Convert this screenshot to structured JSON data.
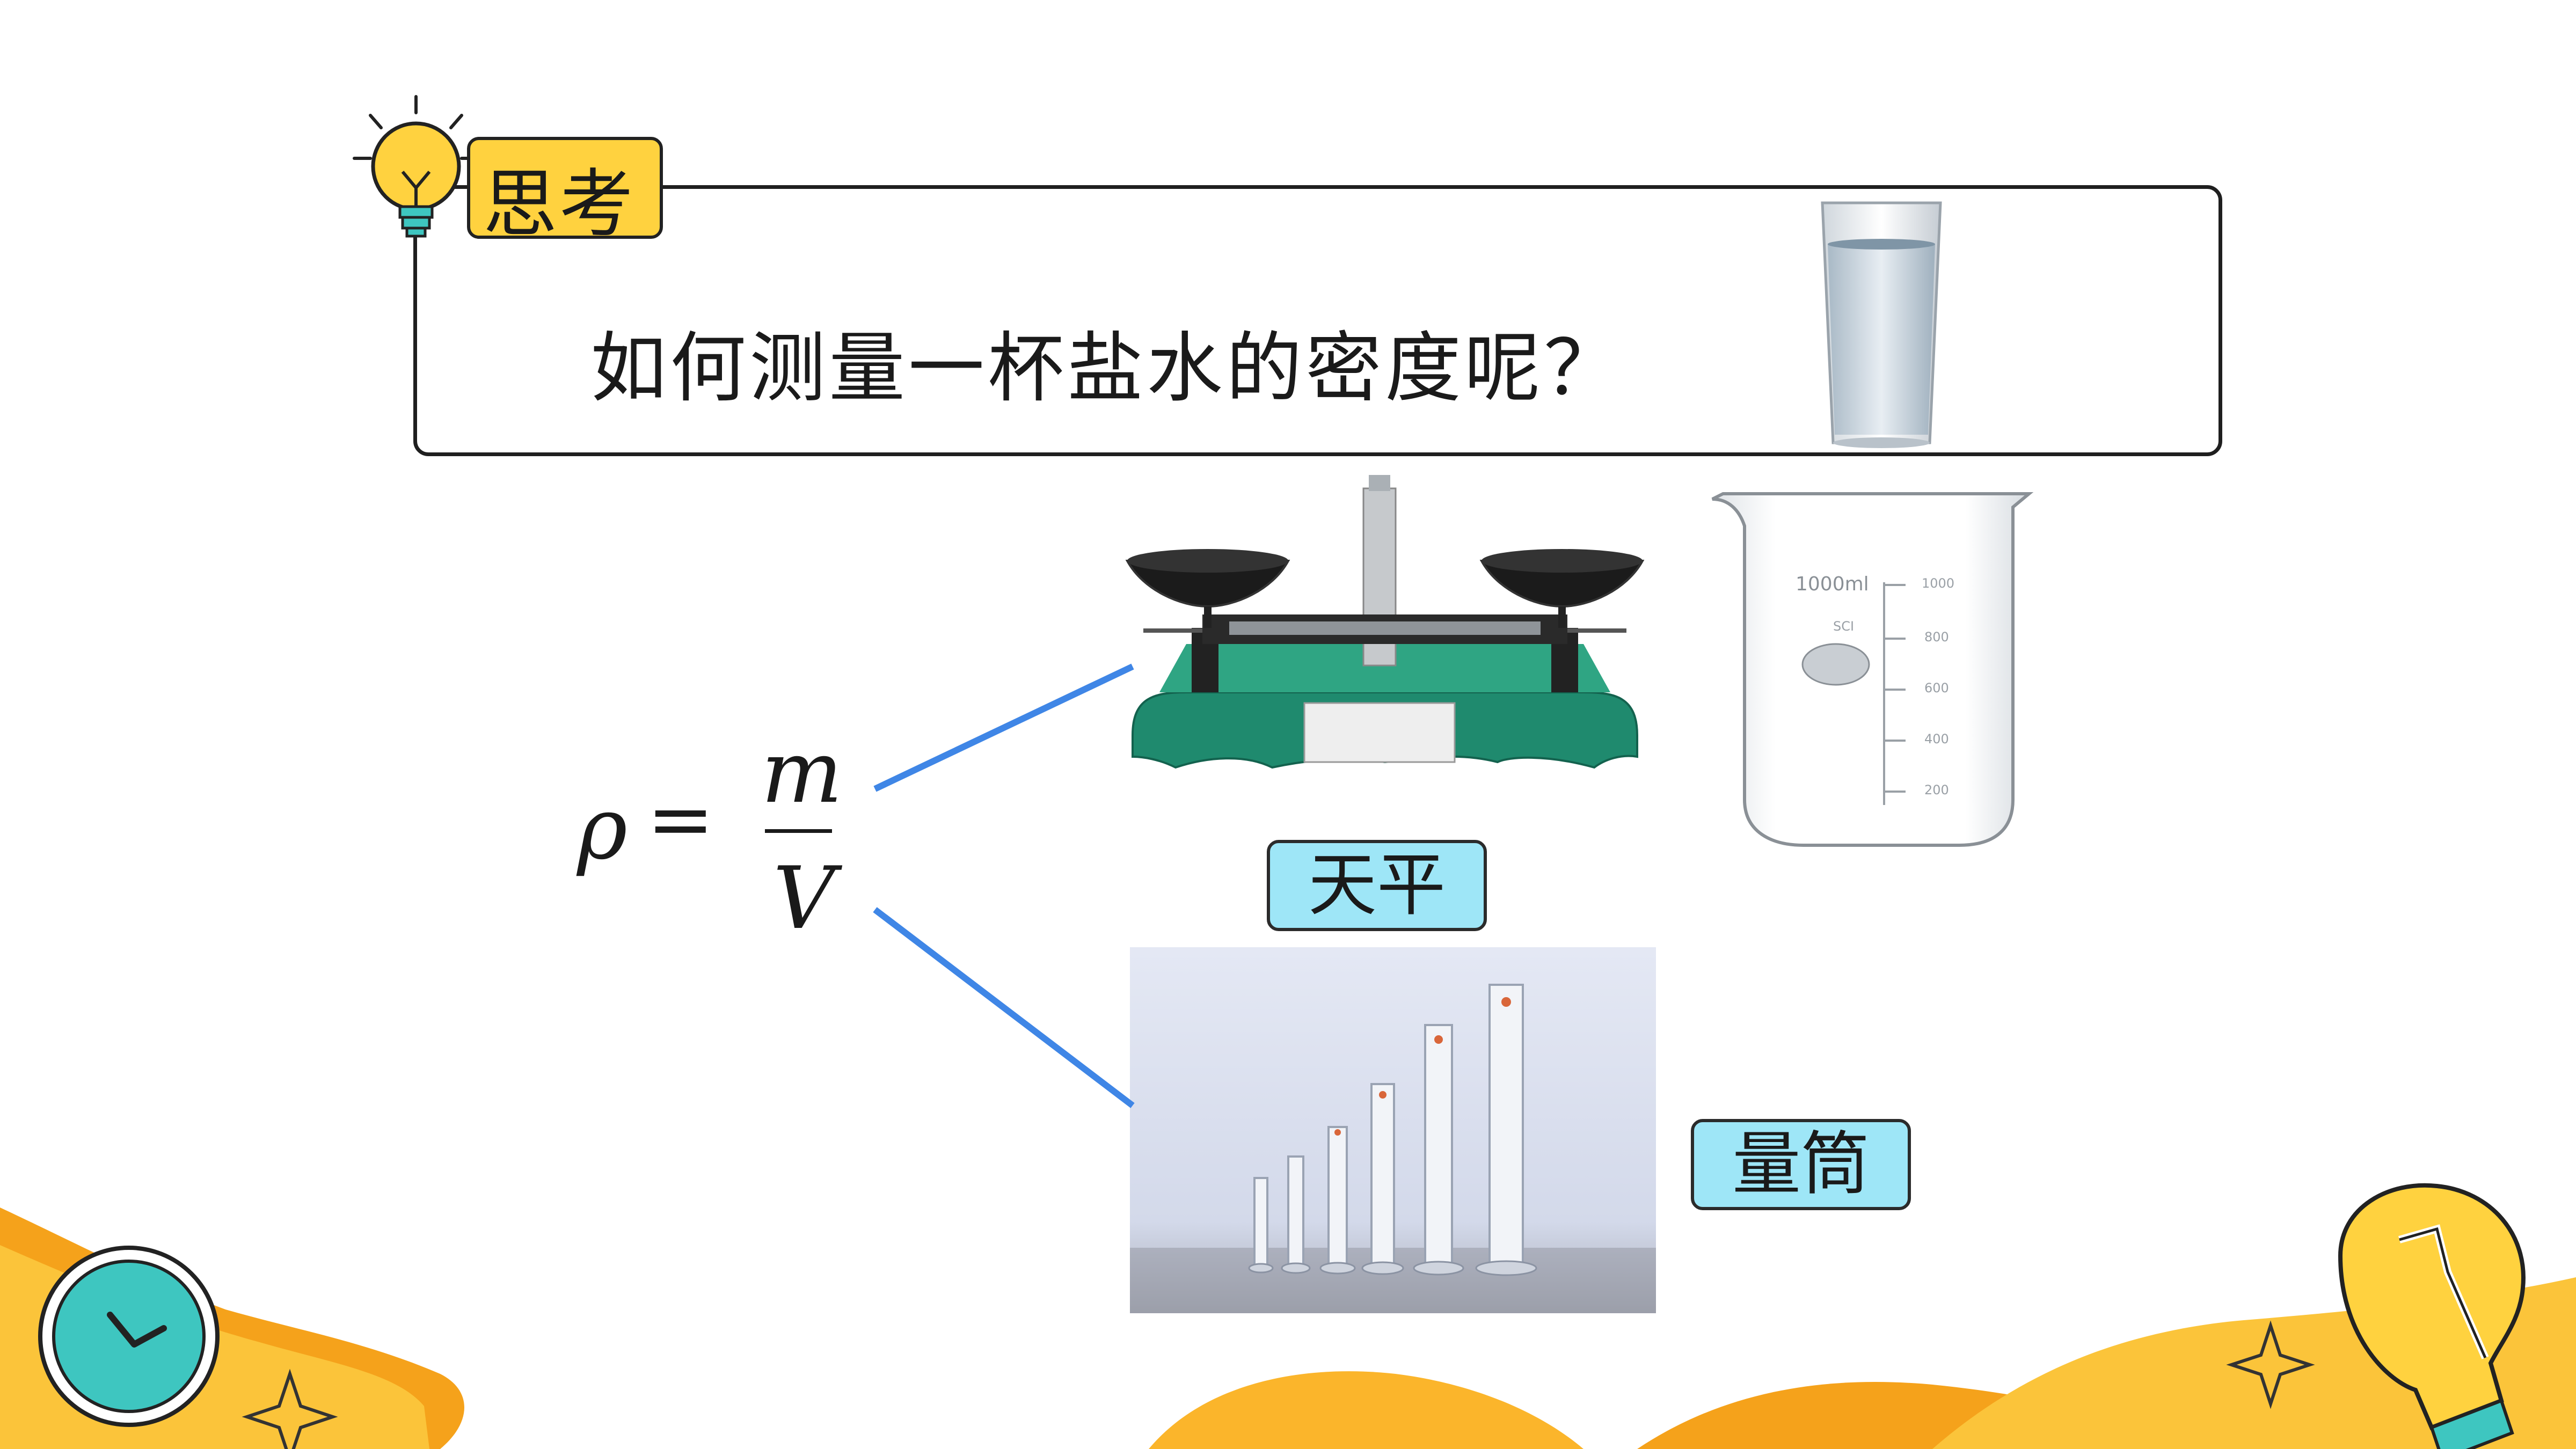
{
  "header": {
    "tag_label": "思考"
  },
  "question": "如何测量一杯盐水的密度呢？",
  "formula": {
    "rho": "ρ",
    "equals": "=",
    "numerator": "m",
    "denominator": "V"
  },
  "instruments": {
    "balance_label": "天平",
    "cylinder_label": "量筒",
    "beaker_scale": {
      "capacity": "1000ml",
      "brand": "SCI",
      "ticks": [
        "1000",
        "800",
        "600",
        "400",
        "200"
      ]
    }
  },
  "colors": {
    "accent_yellow": "#ffd23f",
    "label_cyan": "#9ee6f7",
    "line_blue": "#3f86e6",
    "wave_orange": "#f5a21b",
    "clock_teal": "#3ec6c0"
  }
}
